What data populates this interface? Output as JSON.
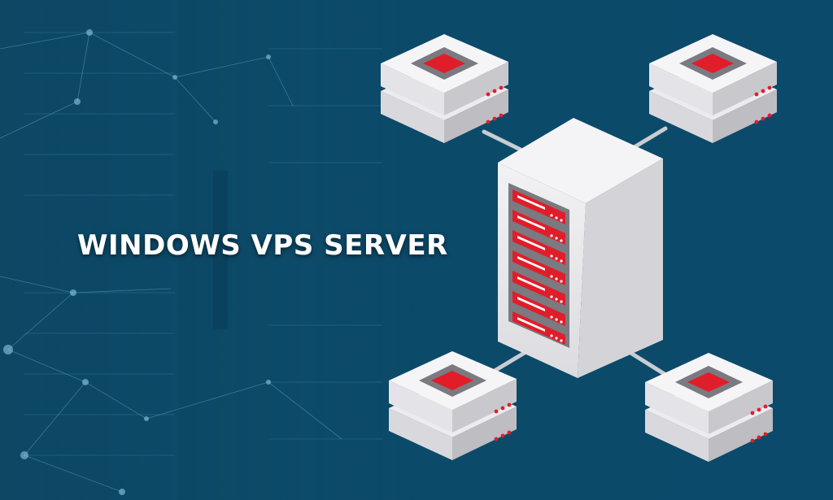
{
  "banner": {
    "headline": "WINDOWS VPS SERVER"
  },
  "colors": {
    "background": "#0b4462",
    "server_body": "#e8e8ea",
    "server_shadow": "#bdbdc2",
    "accent_red": "#e11d2a",
    "connector": "#c9cdd2"
  },
  "illustration": {
    "central": "tower-server",
    "satellites": [
      "server-node",
      "server-node",
      "server-node",
      "server-node"
    ]
  }
}
